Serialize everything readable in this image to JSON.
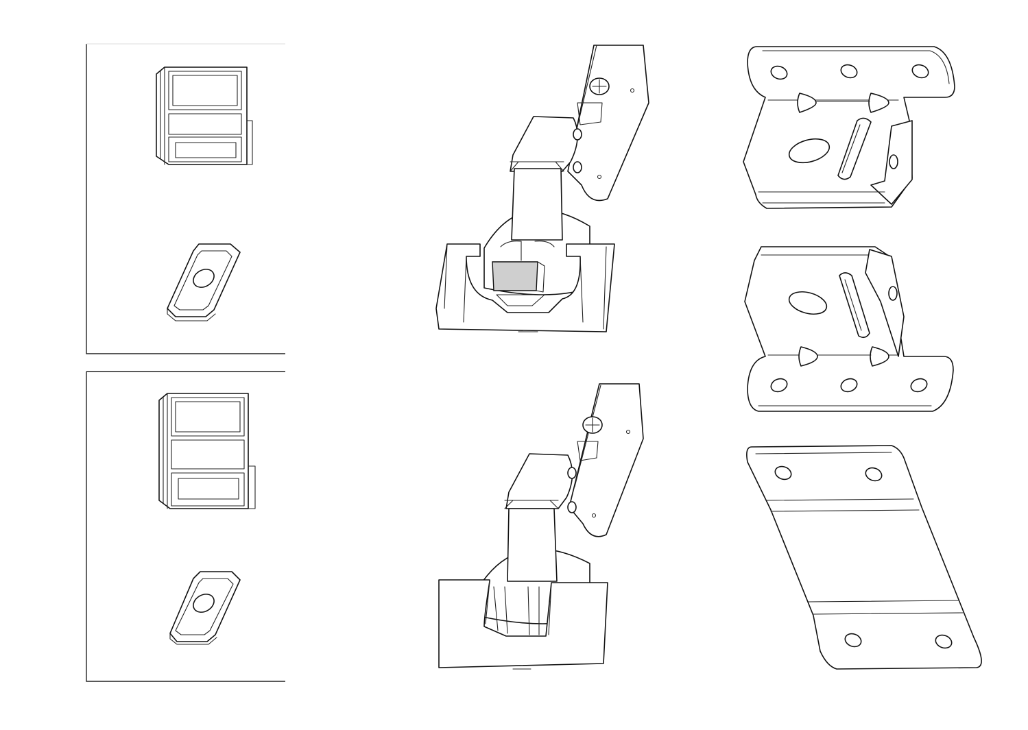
{
  "colors": {
    "background": "#ffffff",
    "line": "#111111",
    "shade": "#cfcfcf"
  },
  "panels": [
    {
      "id": "panel-top",
      "parts": [
        "clip-cup-component",
        "mounting-nut"
      ]
    },
    {
      "id": "panel-bottom",
      "parts": [
        "clip-cup-component",
        "mounting-nut"
      ]
    }
  ],
  "hinges": [
    "hinge-with-plate-insert",
    "hinge-standard"
  ],
  "plates": [
    "angled-bracket-plate",
    "angled-bracket-plate-mirrored",
    "offset-bracket-plate"
  ]
}
